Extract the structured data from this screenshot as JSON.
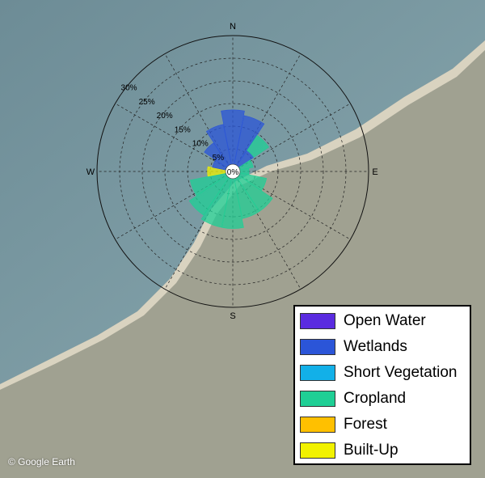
{
  "chart_data": {
    "type": "polar-bar",
    "title": "",
    "categories": [
      "N",
      "NNE",
      "NE",
      "ENE",
      "E",
      "ESE",
      "SE",
      "SSE",
      "S",
      "SSW",
      "SW",
      "WSW",
      "W",
      "WNW",
      "NW",
      "NNW"
    ],
    "compass_labels": [
      "N",
      "E",
      "S",
      "W"
    ],
    "rlim": [
      0,
      30
    ],
    "radial_ticks": [
      "0%",
      "5%",
      "10%",
      "15%",
      "20%",
      "25%",
      "30%"
    ],
    "radial_tick_values": [
      0,
      5,
      10,
      15,
      20,
      25,
      30
    ],
    "grid": true,
    "legend_position": "bottom-right",
    "series": [
      {
        "name": "Open Water",
        "color": "#5a2be0",
        "values": [
          0,
          0,
          0,
          0,
          0,
          0,
          0,
          0,
          0,
          0,
          0,
          0,
          0,
          0,
          0,
          0
        ]
      },
      {
        "name": "Wetlands",
        "color": "#2b55d8",
        "values": [
          12,
          11,
          4,
          0,
          0,
          0,
          0,
          0,
          0,
          0,
          0,
          0,
          0,
          3,
          6,
          9
        ]
      },
      {
        "name": "Short Vegetation",
        "color": "#12b0e8",
        "values": [
          0,
          0,
          0,
          0,
          0,
          0,
          0,
          0,
          0,
          0,
          0,
          0,
          0,
          0,
          0,
          0
        ]
      },
      {
        "name": "Cropland",
        "color": "#1fcf95",
        "values": [
          0,
          0,
          4,
          3,
          2,
          6,
          9,
          9,
          11,
          11,
          10,
          8,
          0,
          0,
          0,
          0
        ]
      },
      {
        "name": "Forest",
        "color": "#ffc000",
        "values": [
          0,
          0,
          0,
          0,
          0,
          0,
          0,
          0,
          0,
          0,
          0,
          0,
          0,
          0,
          0,
          0
        ]
      },
      {
        "name": "Built-Up",
        "color": "#f2f200",
        "values": [
          0,
          0,
          0,
          0,
          0,
          0,
          0,
          0,
          0,
          0,
          0,
          0,
          4,
          0,
          0,
          0
        ]
      }
    ]
  },
  "attribution": "© Google Earth"
}
